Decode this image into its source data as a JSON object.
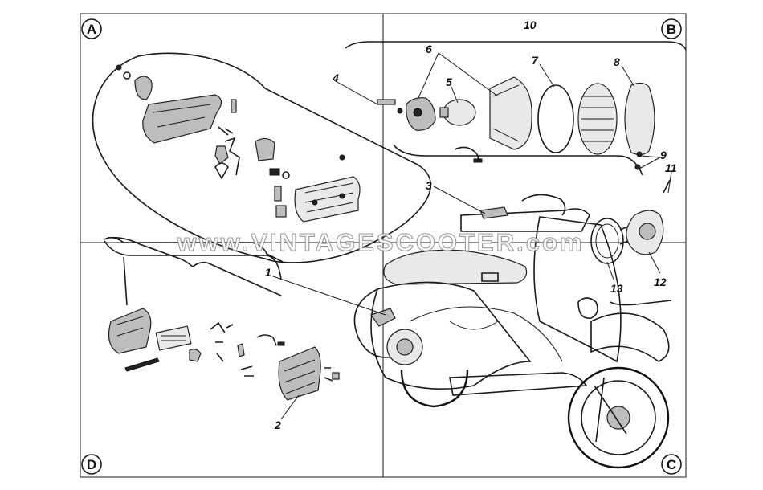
{
  "corners": {
    "a": "A",
    "b": "B",
    "c": "C",
    "d": "D"
  },
  "callouts": {
    "n1": "1",
    "n2": "2",
    "n3": "3",
    "n4": "4",
    "n5": "5",
    "n6": "6",
    "n7": "7",
    "n8": "8",
    "n9": "9",
    "n10": "10",
    "n11": "11",
    "n12": "12",
    "n13": "13"
  },
  "watermark": "www.VINTAGESCOOTER.com",
  "colors": {
    "ink": "#1a1a1a",
    "background": "#ffffff",
    "watermark_outline": "#8a8a8a"
  }
}
